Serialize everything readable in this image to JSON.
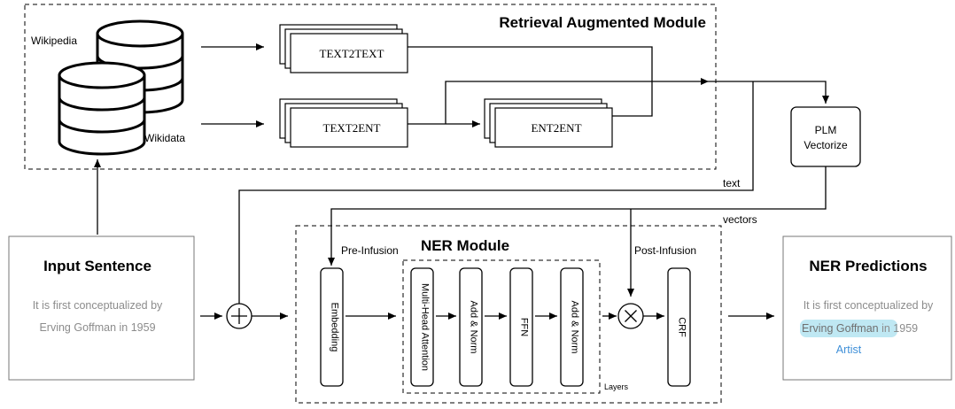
{
  "retrieval": {
    "title": "Retrieval Augmented Module",
    "wikipedia": "Wikipedia",
    "wikidata": "Wikidata",
    "text2text": "TEXT2TEXT",
    "text2ent": "TEXT2ENT",
    "ent2ent": "ENT2ENT"
  },
  "plm": {
    "line1": "PLM",
    "line2": "Vectorize"
  },
  "edges": {
    "text": "text",
    "vectors": "vectors"
  },
  "input": {
    "title": "Input Sentence",
    "line1": "It is first conceptualized by",
    "line2": "Erving Goffman in 1959"
  },
  "ner": {
    "title": "NER Module",
    "pre_infusion": "Pre-Infusion",
    "post_infusion": "Post-Infusion",
    "embedding": "Embedding",
    "mha": "Multi-Head Attention",
    "addnorm1": "Add & Norm",
    "ffn": "FFN",
    "addnorm2": "Add & Norm",
    "crf": "CRF",
    "layers": "Layers"
  },
  "output": {
    "title": "NER Predictions",
    "line1": "It is first conceptualized by",
    "entity": "Erving Goffman",
    "line2_rest": " in 1959",
    "label": "Artist"
  },
  "colors": {
    "stroke": "#000000",
    "gray_text": "#8c8c8c",
    "entity_highlight": "#bfe8f3",
    "label_blue": "#3f8fd8"
  }
}
